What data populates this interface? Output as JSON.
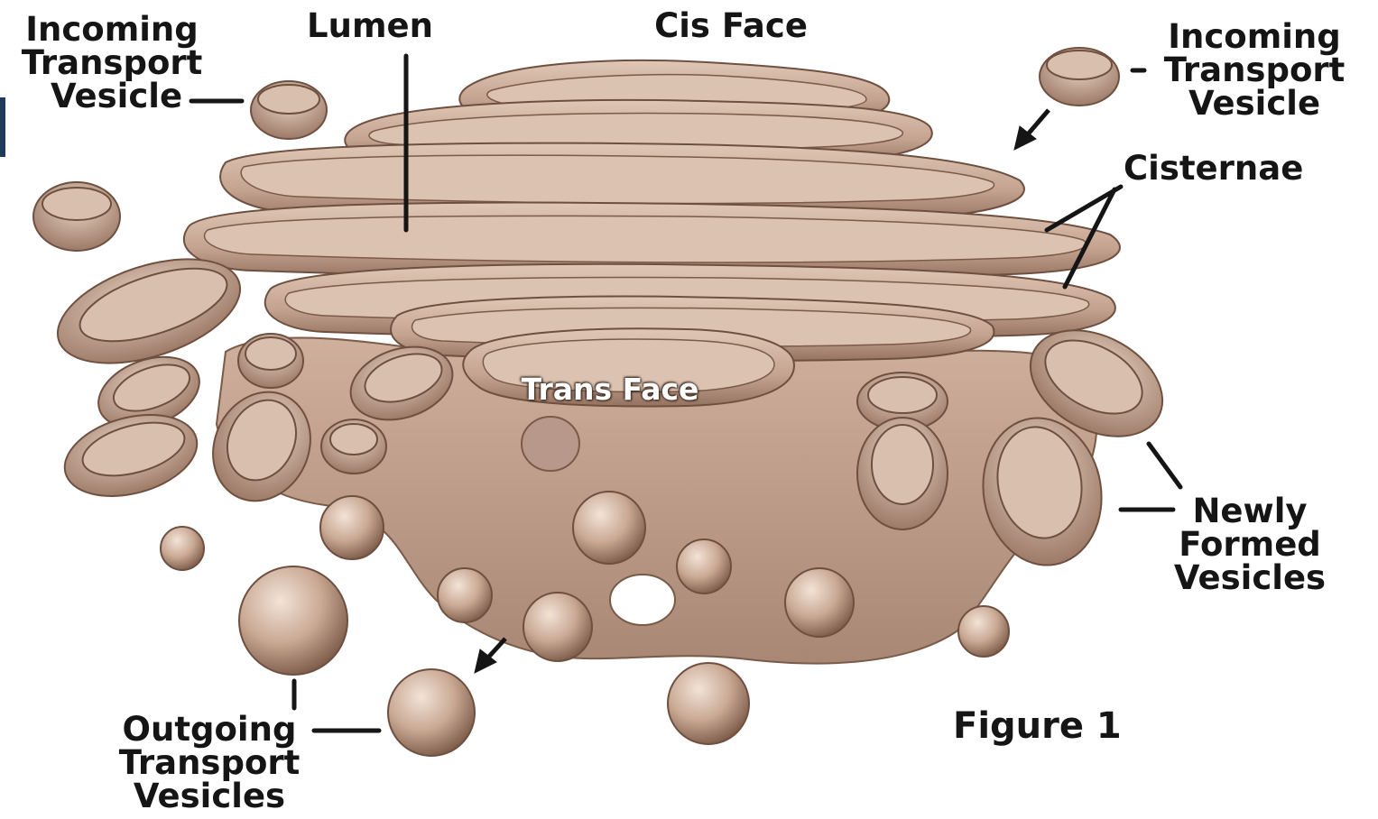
{
  "figure_label": "Figure 1",
  "labels": {
    "incoming_left": [
      "Incoming",
      "Transport",
      "Vesicle"
    ],
    "lumen": "Lumen",
    "cis_face": "Cis Face",
    "incoming_right": [
      "Incoming",
      "Transport",
      "Vesicle"
    ],
    "cisternae": "Cisternae",
    "trans_face": "Trans Face",
    "newly_formed": [
      "Newly",
      "Formed",
      "Vesicles"
    ],
    "outgoing": [
      "Outgoing",
      "Transport",
      "Vesicles"
    ]
  },
  "colors": {
    "membrane": "#c7a896",
    "membrane_dark": "#7a5a48",
    "lumen_fill": "#dcc2b0",
    "label_text": "#151515",
    "trans_text": "#ffffff",
    "accent_bar": "#1f3a5c"
  }
}
